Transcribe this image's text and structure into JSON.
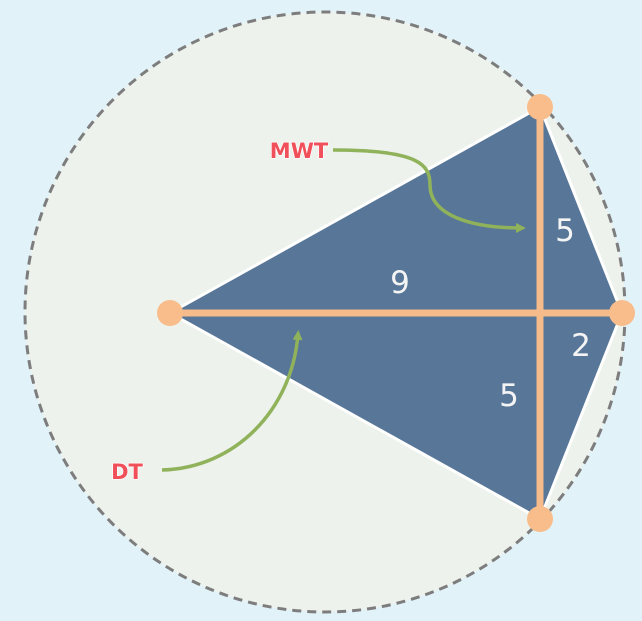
{
  "diagram": {
    "segments": {
      "long": "9",
      "short": "2",
      "upper_half": "5",
      "lower_half": "5"
    },
    "callouts": {
      "top": "MWT",
      "bottom": "DT"
    },
    "colors": {
      "background": "#e2f2f9",
      "circle_fill": "#edf2ec",
      "circle_stroke": "#7d7d7d",
      "kite_fill": "#577698",
      "kite_stroke": "#ffffff",
      "segment_lines": "#f6bb8a",
      "vertex_dots": "#f8bd8b",
      "arrows": "#8fb25a",
      "callout_text": "#f0505a",
      "segment_label_text": "#f4f4f4"
    }
  }
}
